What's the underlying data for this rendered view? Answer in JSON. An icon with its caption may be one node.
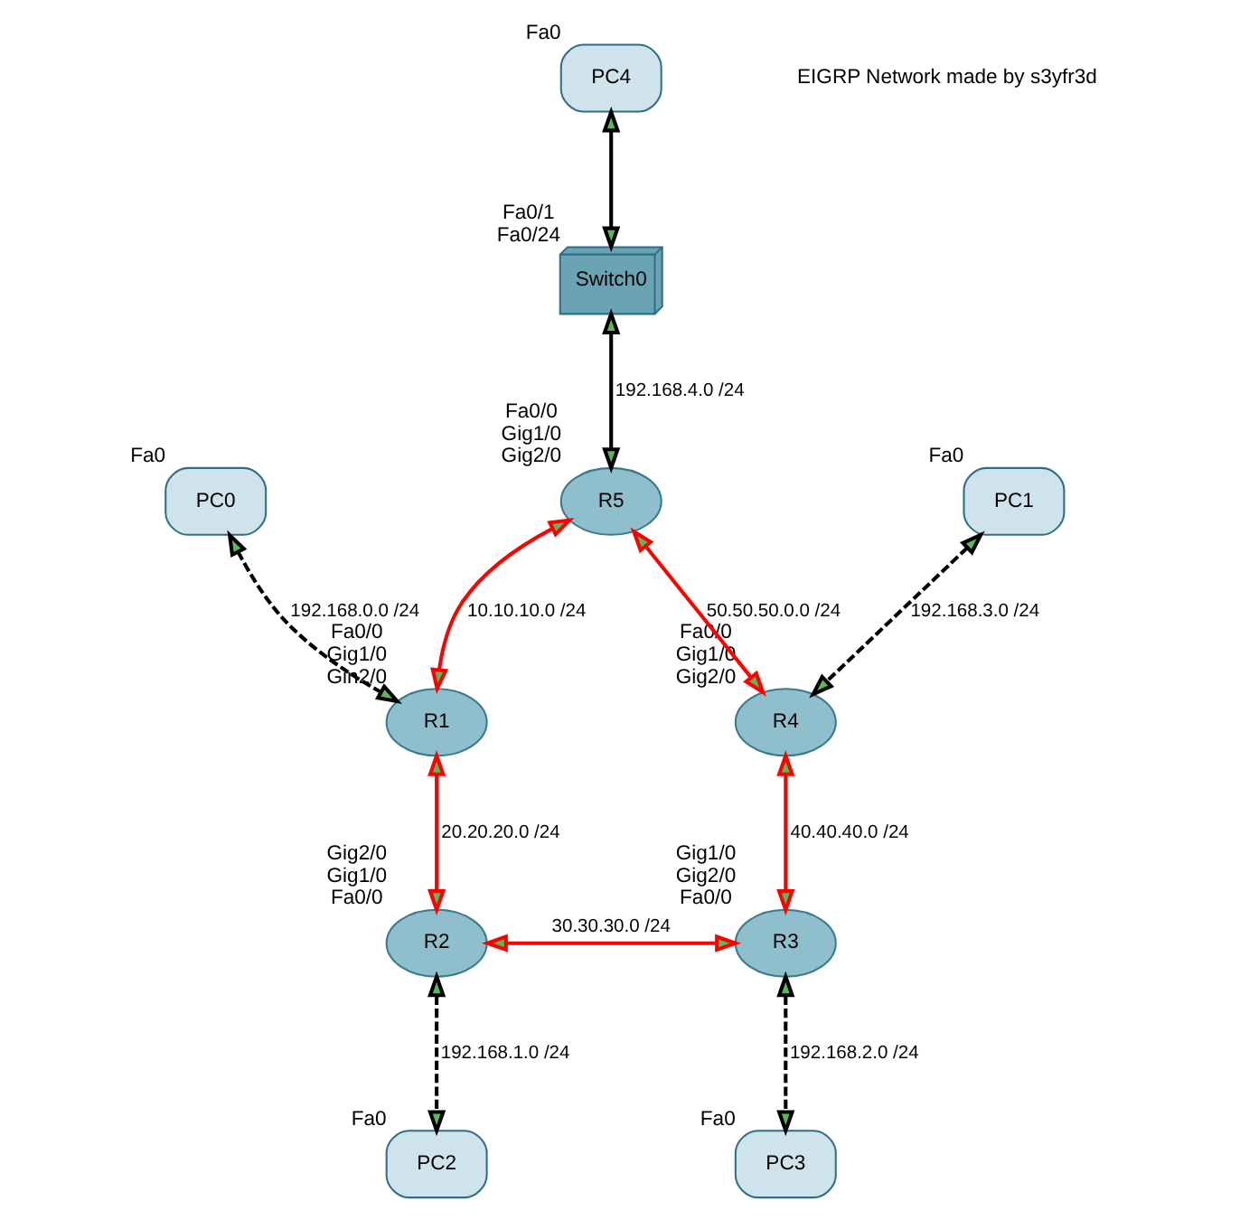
{
  "diagram": {
    "nodes": [
      {
        "text": [
          "PC4"
        ],
        "beside": [
          "Fa0"
        ]
      },
      {
        "text": [
          "Switch0"
        ],
        "beside": [
          "Fa0/1",
          "Fa0/24"
        ]
      },
      {
        "text": [
          "R5"
        ],
        "beside": [
          "Fa0/0",
          "Gig1/0",
          "Gig2/0"
        ]
      },
      {
        "text": [
          "PC0"
        ],
        "beside": [
          "Fa0"
        ]
      },
      {
        "text": [
          "PC1"
        ],
        "beside": [
          "Fa0"
        ]
      },
      {
        "text": [
          "R1"
        ],
        "beside": [
          "Fa0/0",
          "Gig1/0",
          "Gin2/0"
        ]
      },
      {
        "text": [
          "R4"
        ],
        "beside": [
          "Fa0/0",
          "Gig1/0",
          "Gig2/0"
        ]
      },
      {
        "text": [
          "R2"
        ],
        "beside": [
          "Gig2/0",
          "Gig1/0",
          "Fa0/0"
        ]
      },
      {
        "text": [
          "R3"
        ],
        "beside": [
          "Gig1/0",
          "Gig2/0",
          "Fa0/0"
        ]
      },
      {
        "text": [
          "PC2"
        ],
        "beside": [
          "Fa0"
        ]
      },
      {
        "text": [
          "PC3"
        ],
        "beside": [
          "Fa0"
        ]
      }
    ],
    "edges": [
      {
        "from": 0,
        "to": 1,
        "arrow": "both"
      },
      {
        "from": 1,
        "to": 2,
        "arrow": "both",
        "label": "192.168.4.0 /24"
      },
      {
        "from": 3,
        "to": 5,
        "arrow": "both",
        "style": "dashed",
        "label": "192.168.0.0 /24"
      },
      {
        "from": 2,
        "to": 5,
        "arrow": "both",
        "color": "#ff0000",
        "label": "10.10.10.0 /24"
      },
      {
        "from": 2,
        "to": 6,
        "arrow": "both",
        "color": "#ff0000",
        "label": "50.50.50.0.0 /24"
      },
      {
        "from": 4,
        "to": 6,
        "arrow": "both",
        "style": "dashed",
        "label": "192.168.3.0 /24"
      },
      {
        "from": 5,
        "to": 7,
        "arrow": "both",
        "color": "#ff0000",
        "label": "20.20.20.0 /24"
      },
      {
        "from": 8,
        "to": 6,
        "arrow": "both",
        "color": "#ff0000",
        "label": "40.40.40.0 /24"
      },
      {
        "from": 7,
        "to": 8,
        "arrow": "both",
        "color": "#ff0000",
        "label": "30.30.30.0 /24"
      },
      {
        "from": 7,
        "to": 9,
        "arrow": "both",
        "style": "dashed",
        "label": "192.168.1.0 /24"
      },
      {
        "from": 8,
        "to": 10,
        "arrow": "both",
        "style": "dashed",
        "label": "192.168.2.0 /24"
      }
    ],
    "labels": [
      "EIGRP Network made by s3yfr3d"
    ]
  }
}
